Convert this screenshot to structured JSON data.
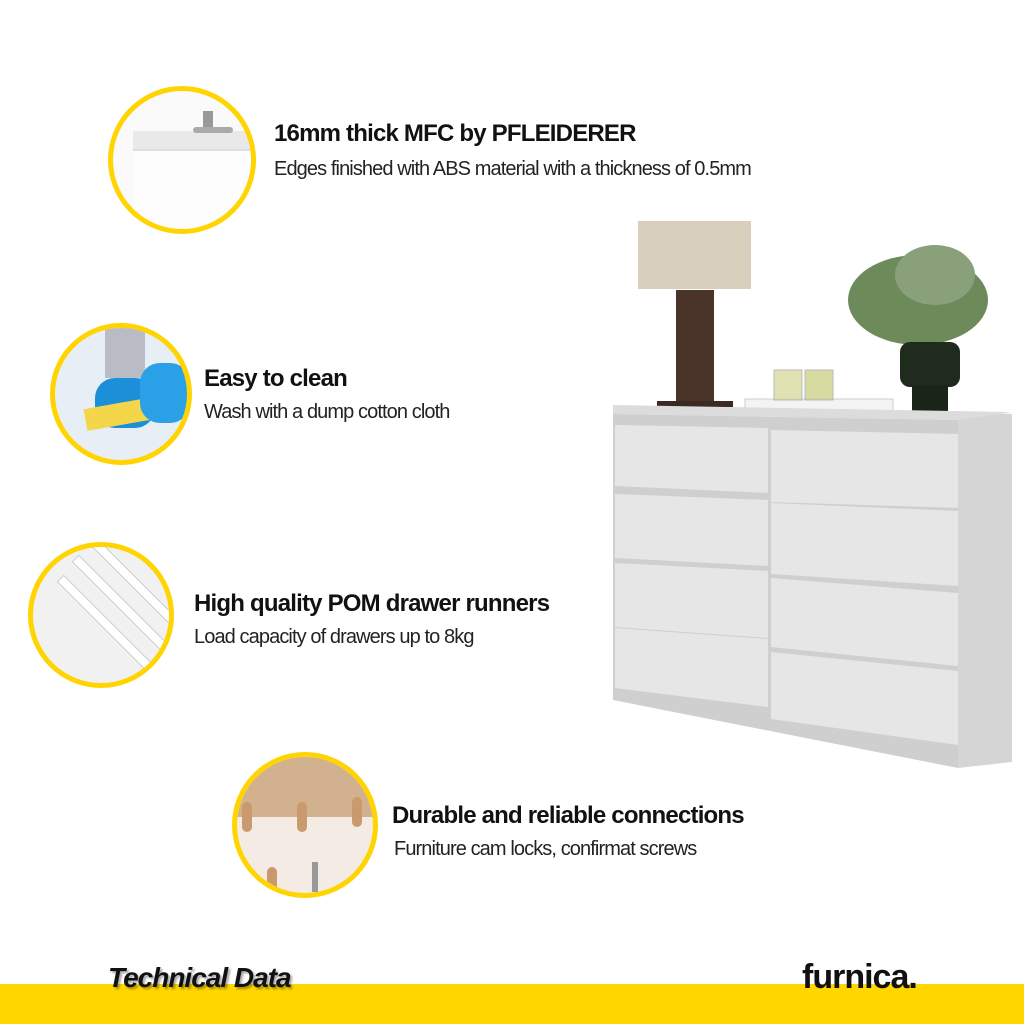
{
  "features": [
    {
      "title": "16mm thick MFC  by PFLEIDERER",
      "description": "Edges  finished with ABS material with a thickness of 0.5mm",
      "icon": "mfc-board-edge-photo"
    },
    {
      "title": "Easy to clean",
      "description": "Wash with a dump cotton cloth",
      "icon": "cleaning-gloves-photo"
    },
    {
      "title": "High quality POM drawer runners",
      "description": "Load capacity of drawers up to 8kg",
      "icon": "drawer-runners-photo"
    },
    {
      "title": "Durable and reliable connections",
      "description": "Furniture cam locks, confirmat screws",
      "icon": "dowels-connections-photo"
    }
  ],
  "footer": {
    "label": "Technical Data",
    "brand": "furnica."
  },
  "colors": {
    "accent": "#FFD600",
    "text": "#111111"
  }
}
